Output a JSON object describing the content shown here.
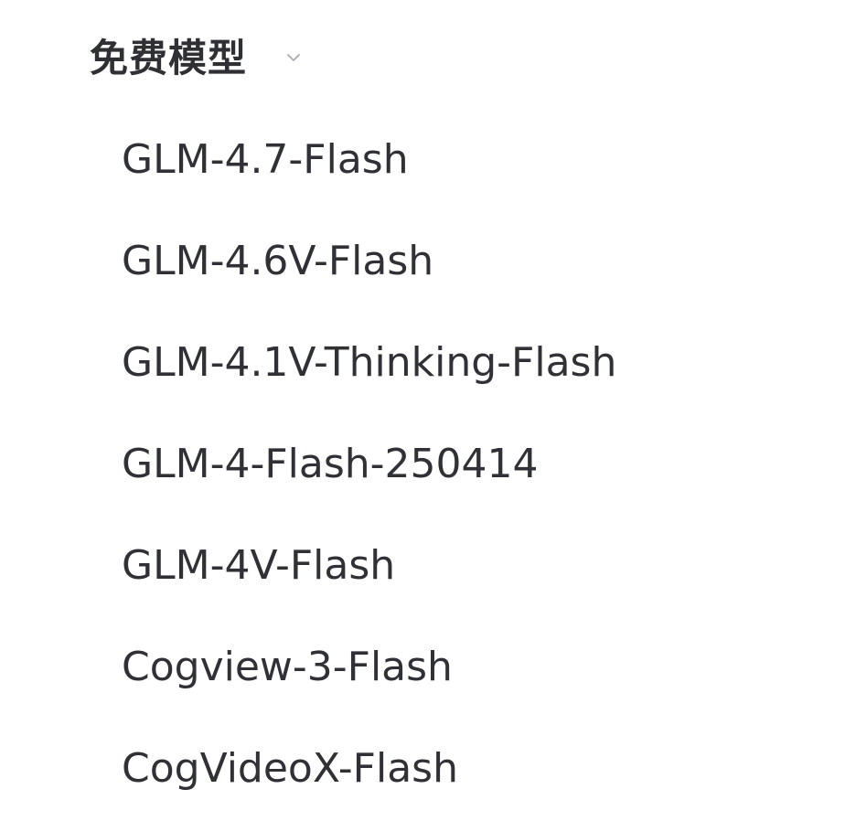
{
  "section": {
    "title": "免费模型",
    "toggle_icon": "chevron-down-icon"
  },
  "models": [
    {
      "label": "GLM-4.7-Flash"
    },
    {
      "label": "GLM-4.6V-Flash"
    },
    {
      "label": "GLM-4.1V-Thinking-Flash"
    },
    {
      "label": "GLM-4-Flash-250414"
    },
    {
      "label": "GLM-4V-Flash"
    },
    {
      "label": "Cogview-3-Flash"
    },
    {
      "label": "CogVideoX-Flash"
    }
  ],
  "colors": {
    "text": "#303136",
    "chevron": "#a9abb1",
    "background": "#ffffff"
  }
}
